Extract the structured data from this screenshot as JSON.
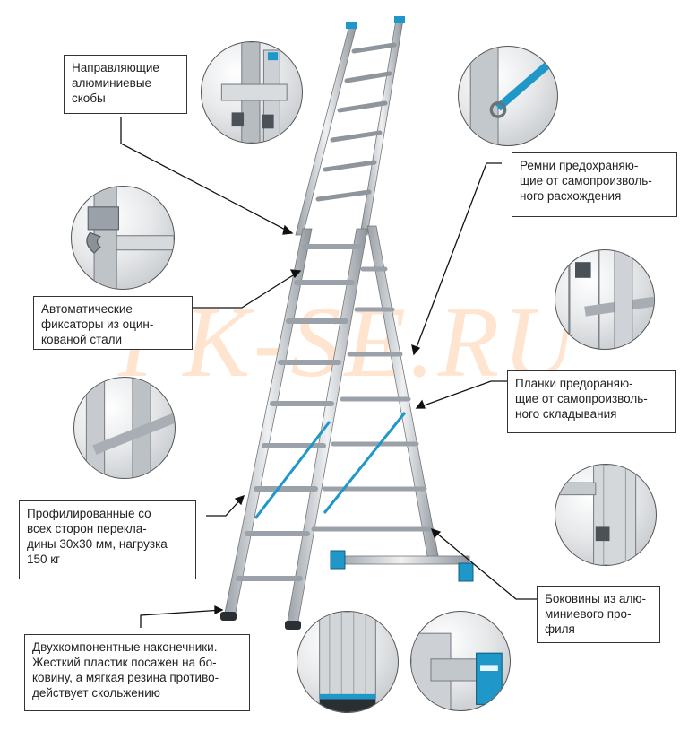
{
  "watermark": "PK-SE.RU",
  "callouts": {
    "guides": "Направляющие\nалюминиевые\nскобы",
    "locks": "Автоматические\nфиксаторы из оцин-\nкованой стали",
    "profiled": "Профилированные со\nвсех сторон перекла-\nдины 30x30 мм, нагрузка\n150 кг",
    "tips": "Двухкомпонентные наконечники.\nЖесткий пластик посажен на бо-\nковину, а мягкая резина противо-\nдействует скольжению",
    "straps": "Ремни предохраняю-\nщие от  самопроизволь-\nного расхождения",
    "planks": "Планки предораняю-\nщие от самопроизволь-\nного складывания",
    "sides": "Боковины из алю-\nминиевого про-\nфиля"
  },
  "colors": {
    "accent_blue": "#1f97c9",
    "aluminium": "#c9ced3",
    "aluminium_dark": "#8e959c",
    "watermark": "#ffbe8c"
  }
}
